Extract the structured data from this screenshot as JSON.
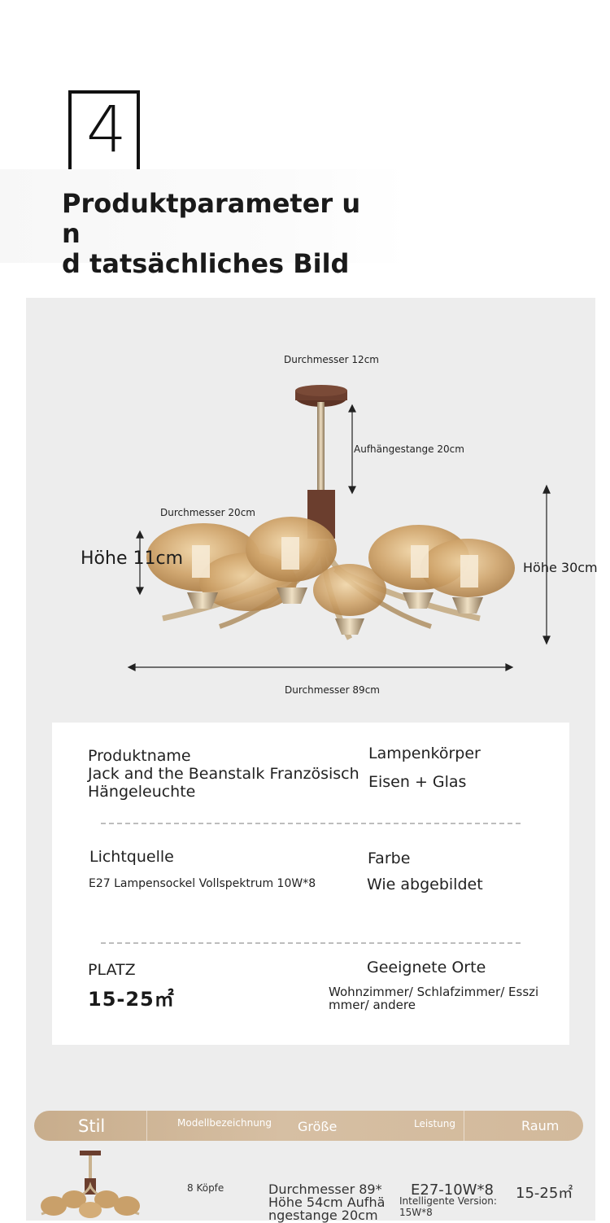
{
  "section": {
    "number": "4",
    "title_line1": "Produktparameter un",
    "title_line2": "d tatsächliches Bild"
  },
  "dimensions": {
    "canopy_diameter": "Durchmesser 12cm",
    "rod": "Aufhängestange 20cm",
    "shade_diameter": "Durchmesser 20cm",
    "shade_height": "Höhe 11cm",
    "total_height": "Höhe 30cm",
    "total_diameter": "Durchmesser 89cm"
  },
  "specs": {
    "name_label": "Produktname",
    "name_line1": "Jack and the Beanstalk Französisch",
    "name_line2": "Hängeleuchte",
    "body_label": "Lampenkörper",
    "body_value": "Eisen + Glas",
    "light_label": "Lichtquelle",
    "light_value": "E27 Lampensockel Vollspektrum 10W*8",
    "color_label": "Farbe",
    "color_value": "Wie abgebildet",
    "space_label": "PLATZ",
    "space_value": "15-25㎡",
    "places_label": "Geeignete Orte",
    "places_line1": "Wohnzimmer/ Schlafzimmer/ Esszi",
    "places_line2": "mmer/ andere"
  },
  "table": {
    "headers": [
      "Stil",
      "Modellbezeichnung",
      "Größe",
      "Leistung",
      "Raum"
    ],
    "row": {
      "model": "8 Köpfe",
      "size_line1": "Durchmesser 89*",
      "size_line2": "Höhe 54cm Aufhä",
      "size_line3": "ngestange 20cm",
      "power_main": "E27-10W*8",
      "power_sub1": "Intelligente Version:",
      "power_sub2": "15W*8",
      "room": "15-25㎡"
    }
  },
  "colors": {
    "amber_glass": "#c9a06a",
    "gold_metal": "#d8c09a",
    "walnut": "#6b3e2e",
    "table_header": "#cfb594"
  }
}
